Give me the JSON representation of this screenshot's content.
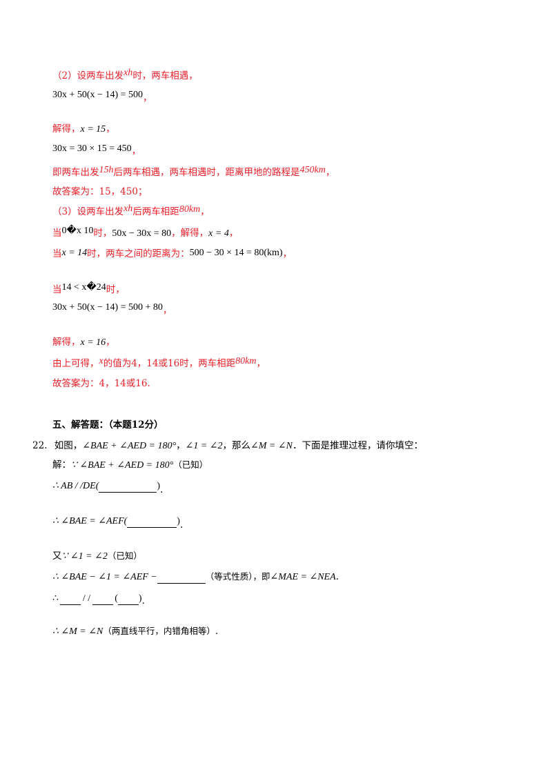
{
  "colors": {
    "answer_red": "#e8202a",
    "text": "#000000"
  },
  "part2": {
    "intro": "（2）设两车出发",
    "intro_var": "xh",
    "intro_tail": "时，两车相遇，",
    "eq1": "30x + 50(x − 14) = 500",
    "eq1_tail": "，",
    "solve_label": "解得，",
    "solve_eq": "x = 15",
    "solve_tail": "，",
    "eq2": "30x = 30 × 15 = 450",
    "eq2_tail": "，",
    "concl_a": "即两车出发",
    "concl_var": "15h",
    "concl_b": "后两车相遇，两车相遇时，距离甲地的路程是",
    "concl_dist": "450km",
    "concl_tail": "，",
    "answer": "故答案为：15，450；"
  },
  "part3": {
    "intro": "（3）设两车出发",
    "intro_var": "xh",
    "intro_mid": "后两车相距",
    "intro_dist": "80km",
    "intro_tail": "，",
    "case1_a": "当",
    "case1_range": "0�x 10",
    "case1_b": "时，",
    "case1_eq": "50x − 30x = 80",
    "case1_c": "，解得，",
    "case1_sol": "x = 4",
    "case1_tail": "，",
    "case2_a": "当",
    "case2_var": "x = 14",
    "case2_b": "时，两车之间的距离为：",
    "case2_eq": "500 − 30 × 14 = 80(km)",
    "case2_tail": "，",
    "case3_a": "当",
    "case3_range": "14 < x�24",
    "case3_b": "时，",
    "case3_eq": "30x + 50(x − 14) = 500 + 80",
    "case3_tail": "，",
    "solve_label": "解得，",
    "solve_eq": "x = 16",
    "solve_tail": "，",
    "concl_a": "由上可得，",
    "concl_var": "x",
    "concl_b": "的值为4，14或16时，两车相距",
    "concl_dist": "80km",
    "concl_tail": "，",
    "answer": "故答案为：4，14或16."
  },
  "section5": {
    "heading": "五、解答题：（本题12分）"
  },
  "q22": {
    "number": "22.",
    "stem_a": "如图，",
    "stem_eq1": "∠BAE + ∠AED = 180°",
    "stem_b": "，",
    "stem_eq2": "∠1 = ∠2",
    "stem_c": "，那么",
    "stem_eq3": "∠M = ∠N",
    "stem_d": "．下面是推理过程，请你填空：",
    "sol_label": "解：",
    "sol_eq": "∵ ∠BAE + ∠AED = 180°",
    "sol_note": "（已知）",
    "step1": "∴ AB / /DE(",
    "step1_close": ")",
    "step1_tail": ".",
    "step2": "∴ ∠BAE = ∠AEF(",
    "step2_close": ")",
    "step2_tail": ".",
    "step3_a": "又",
    "step3_eq": "∵ ∠1 = ∠2",
    "step3_note": "（已知）",
    "step4_eq": "∴ ∠BAE − ∠1 = ∠AEF −",
    "step4_note": "（等式性质），即",
    "step4_eq2": "∠MAE = ∠NEA",
    "step4_tail": ".",
    "step5_a": "∴",
    "step5_par": "/ /",
    "step5_open": "(",
    "step5_close": ")",
    "step5_tail": ".",
    "step6_eq": "∴ ∠M = ∠N",
    "step6_note": "（两直线平行，内错角相等）",
    "step6_tail": "."
  }
}
